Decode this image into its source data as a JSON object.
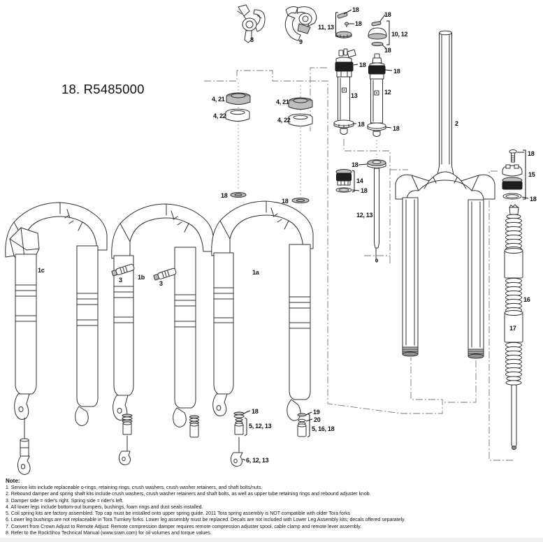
{
  "title": "18. R5485000",
  "labels": {
    "p2": "2",
    "p8": "8",
    "p9": "9",
    "p12": "12",
    "p13": "13",
    "p14": "14",
    "p15": "15",
    "p16": "16",
    "p17": "17",
    "p18": "18",
    "p19": "19",
    "p20": "20",
    "p3": "3",
    "p1a": "1a",
    "p1b": "1b",
    "p1c": "1c",
    "p11_13": "11, 13",
    "p10_12": "10, 12",
    "p12_13": "12, 13",
    "p4_21": "4, 21",
    "p4_22": "4, 22",
    "p5_12_13": "5, 12, 13",
    "p6_12_13": "6, 12, 13",
    "p5_16_18": "5, 16, 18"
  },
  "notes": {
    "heading": "Note:",
    "items": [
      "1. Service kits include replaceable o-rings, retaining rings, crush washers, crush washer retainers, and shaft bolts/nuts.",
      "2. Rebound damper and spring shaft kits include crush washers, crush washer retainers and shaft bolts, as well as upper tube retaining rings and rebound adjuster knob.",
      "3. Damper side = rider's right.  Spring side = rider's left.",
      "4. All lower legs include bottom-out bumpers, bushings, foam rings and dust seals installed.",
      "5. Coil spring kits are factory assembled.  Top cap must be installed onto upper spring guide.  2011 Tora spring assembly is NOT compatible with older Tora forks",
      "6. Lower leg bushings are not replaceable in Tora Turnkey forks.  Lower leg assembly must be replaced. Decals are not included with Lower Leg Assembly kits; decals offered separately.",
      "7. Convert from Crown Adjust to Remote Adjust:  Remote compression damper requires remote compression adjuster spool, cable clamp and remote lever assembly.",
      "8. Refer to the RockShox Technical Manual (www.sram.com) for oil volumes and torque values."
    ]
  }
}
